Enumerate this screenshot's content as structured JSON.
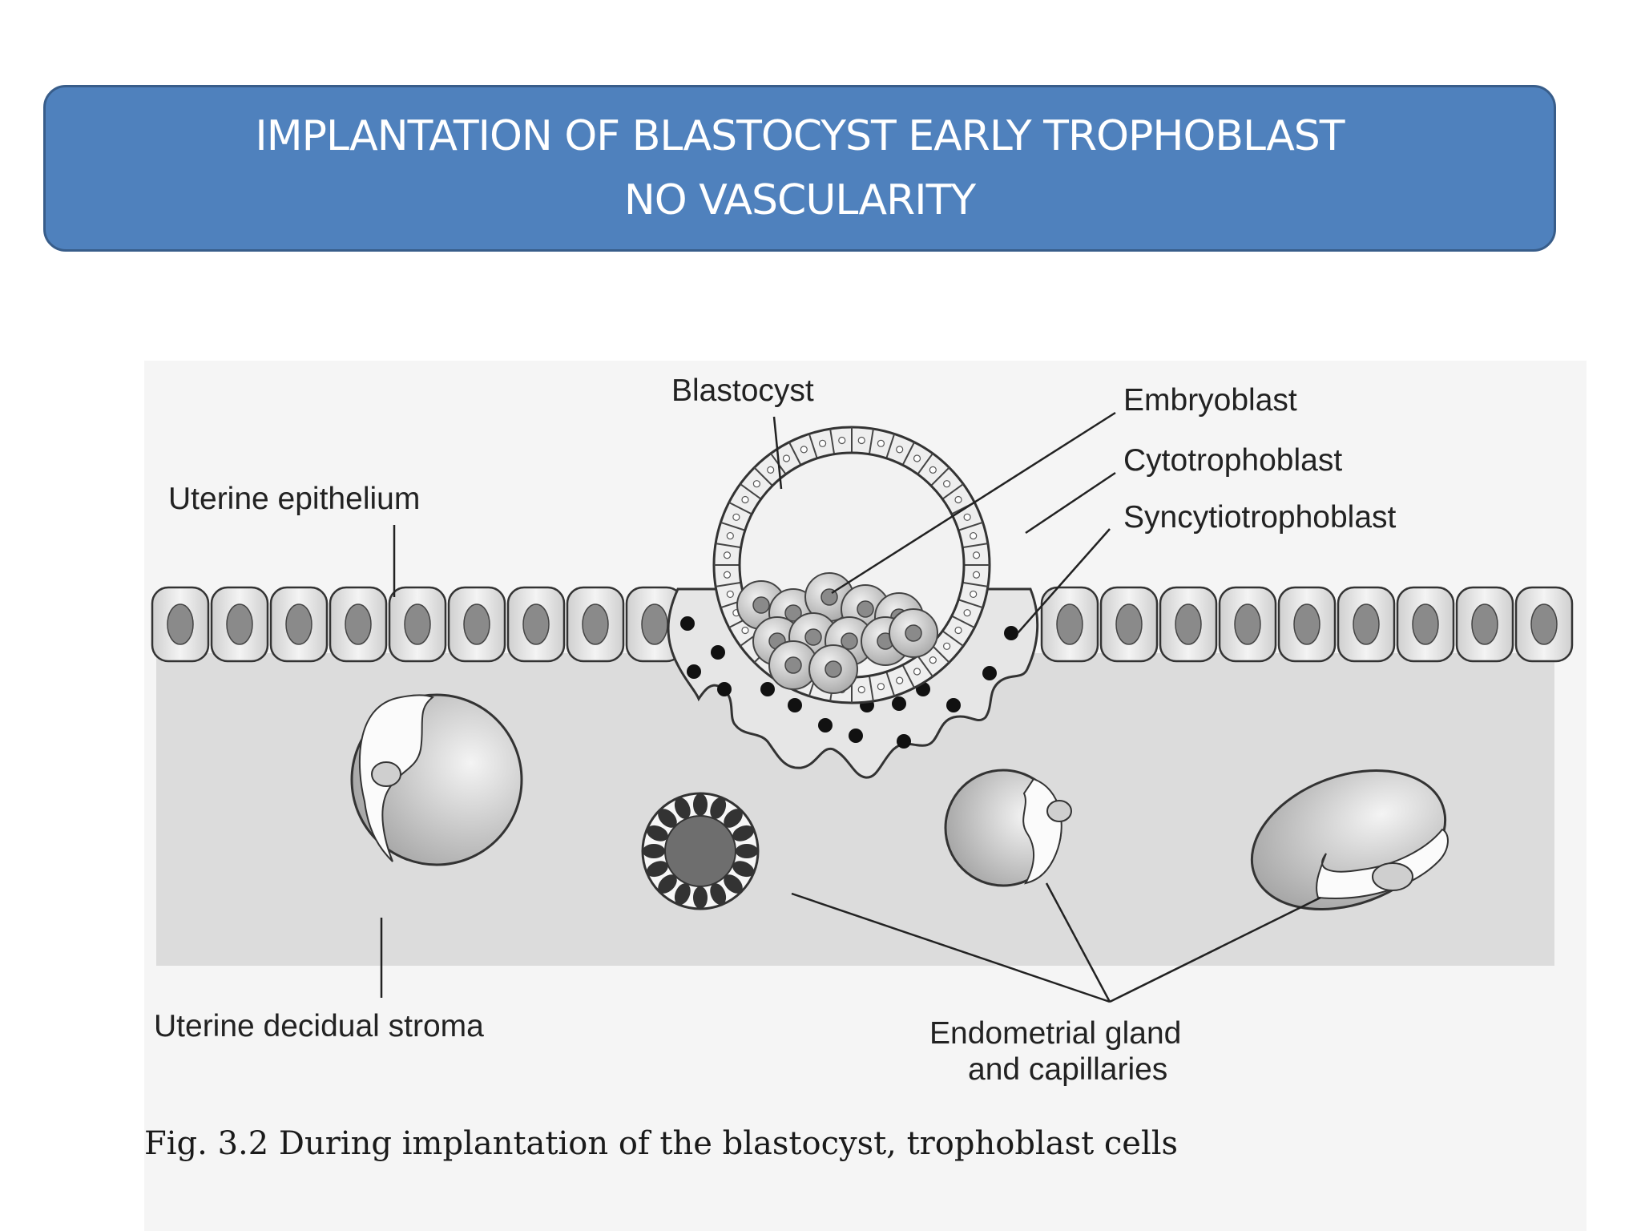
{
  "title": {
    "line1": "IMPLANTATION OF BLASTOCYST EARLY TROPHOBLAST",
    "line2": "NO VASCULARITY"
  },
  "figure": {
    "labels": {
      "blastocyst": "Blastocyst",
      "embryoblast": "Embryoblast",
      "cytotrophoblast": "Cytotrophoblast",
      "syncytiotrophoblast": "Syncytiotrophoblast",
      "uterine_epithelium": "Uterine epithelium",
      "uterine_decidual_stroma": "Uterine decidual stroma",
      "endometrial_line1": "Endometrial gland",
      "endometrial_line2": "and capillaries"
    },
    "caption": "Fig. 3.2  During implantation of the blastocyst, trophoblast cells"
  },
  "colors": {
    "title_fill": "#4f81bd",
    "title_border": "#385d8a",
    "stroma": "#dcdcdc"
  }
}
